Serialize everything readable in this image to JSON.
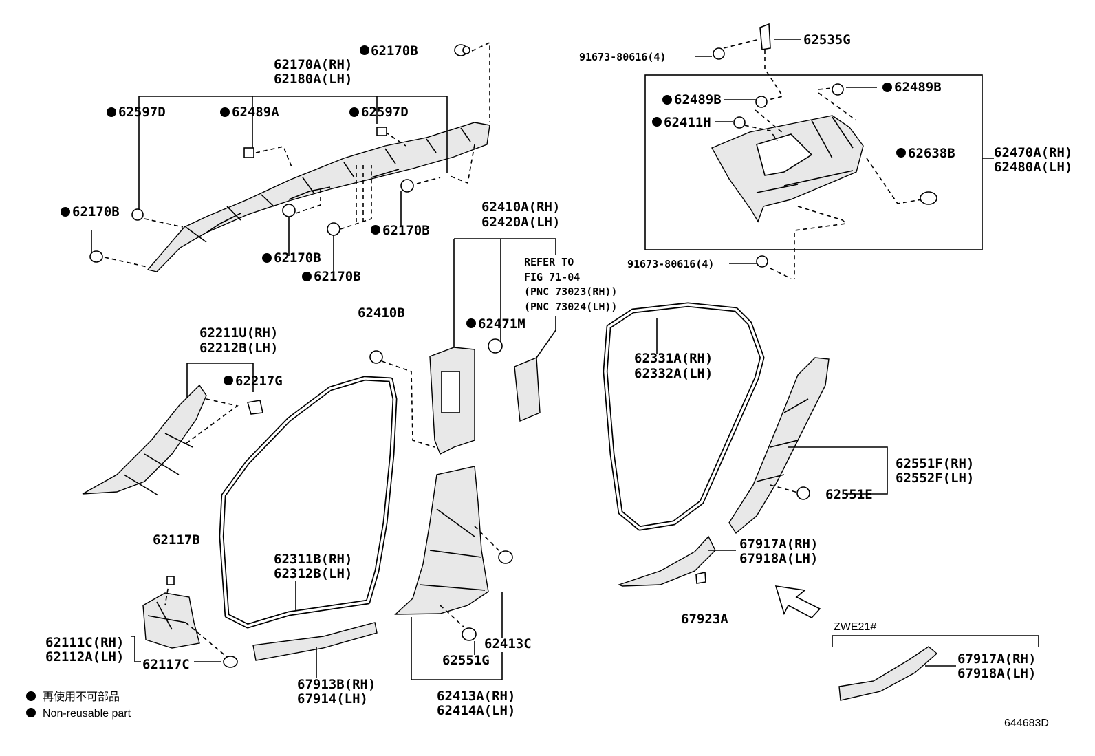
{
  "labels": {
    "p62170b_top": "62170B",
    "p62170a": "62170A(RH)",
    "p62180a": "62180A(LH)",
    "p62597d_l": "62597D",
    "p62489a": "62489A",
    "p62597d_r": "62597D",
    "p62170b_l": "62170B",
    "p62170b_m": "62170B",
    "p62170b_b1": "62170B",
    "p62170b_b2": "62170B",
    "p62535g": "62535G",
    "p91673_t": "91673-80616(4)",
    "p62489b_l": "62489B",
    "p62489b_r": "62489B",
    "p62411h": "62411H",
    "p62638b": "62638B",
    "p62470a": "62470A(RH)",
    "p62480a": "62480A(LH)",
    "p91673_b": "91673-80616(4)",
    "p62410a": "62410A(RH)",
    "p62420a": "62420A(LH)",
    "refer1": "REFER TO",
    "refer2": "FIG 71-04",
    "refer3": "(PNC 73023(RH))",
    "refer4": "(PNC 73024(LH))",
    "p62410b": "62410B",
    "p62471m": "62471M",
    "p62211u": "62211U(RH)",
    "p62212b": "62212B(LH)",
    "p62217g": "62217G",
    "p62331a": "62331A(RH)",
    "p62332a": "62332A(LH)",
    "p62551f": "62551F(RH)",
    "p62552f": "62552F(LH)",
    "p62551e": "62551E",
    "p62117b": "62117B",
    "p62311b": "62311B(RH)",
    "p62312b": "62312B(LH)",
    "p67917a": "67917A(RH)",
    "p67918a": "67918A(LH)",
    "p67923a": "67923A",
    "p62111c": "62111C(RH)",
    "p62112a": "62112A(LH)",
    "p62117c": "62117C",
    "p67913b": "67913B(RH)",
    "p67914": "67914(LH)",
    "p62413c": "62413C",
    "p62551g": "62551G",
    "p62413a": "62413A(RH)",
    "p62414a": "62414A(LH)",
    "zwe21": "ZWE21#",
    "p67917a_z": "67917A(RH)",
    "p67918a_z": "67918A(LH)"
  },
  "legend": {
    "jp": "再使用不可部品",
    "en": "Non-reusable part"
  },
  "diagram_id": "644683D"
}
